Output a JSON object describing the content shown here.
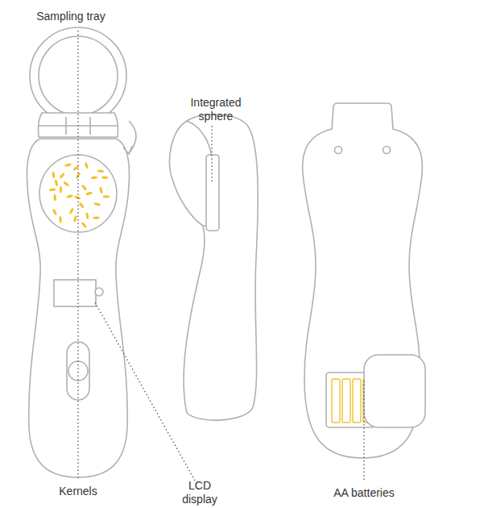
{
  "diagram": {
    "labels": [
      "Sampling tray",
      "Integrated sphere",
      "Kernels",
      "LCD display",
      "AA batteries"
    ]
  }
}
